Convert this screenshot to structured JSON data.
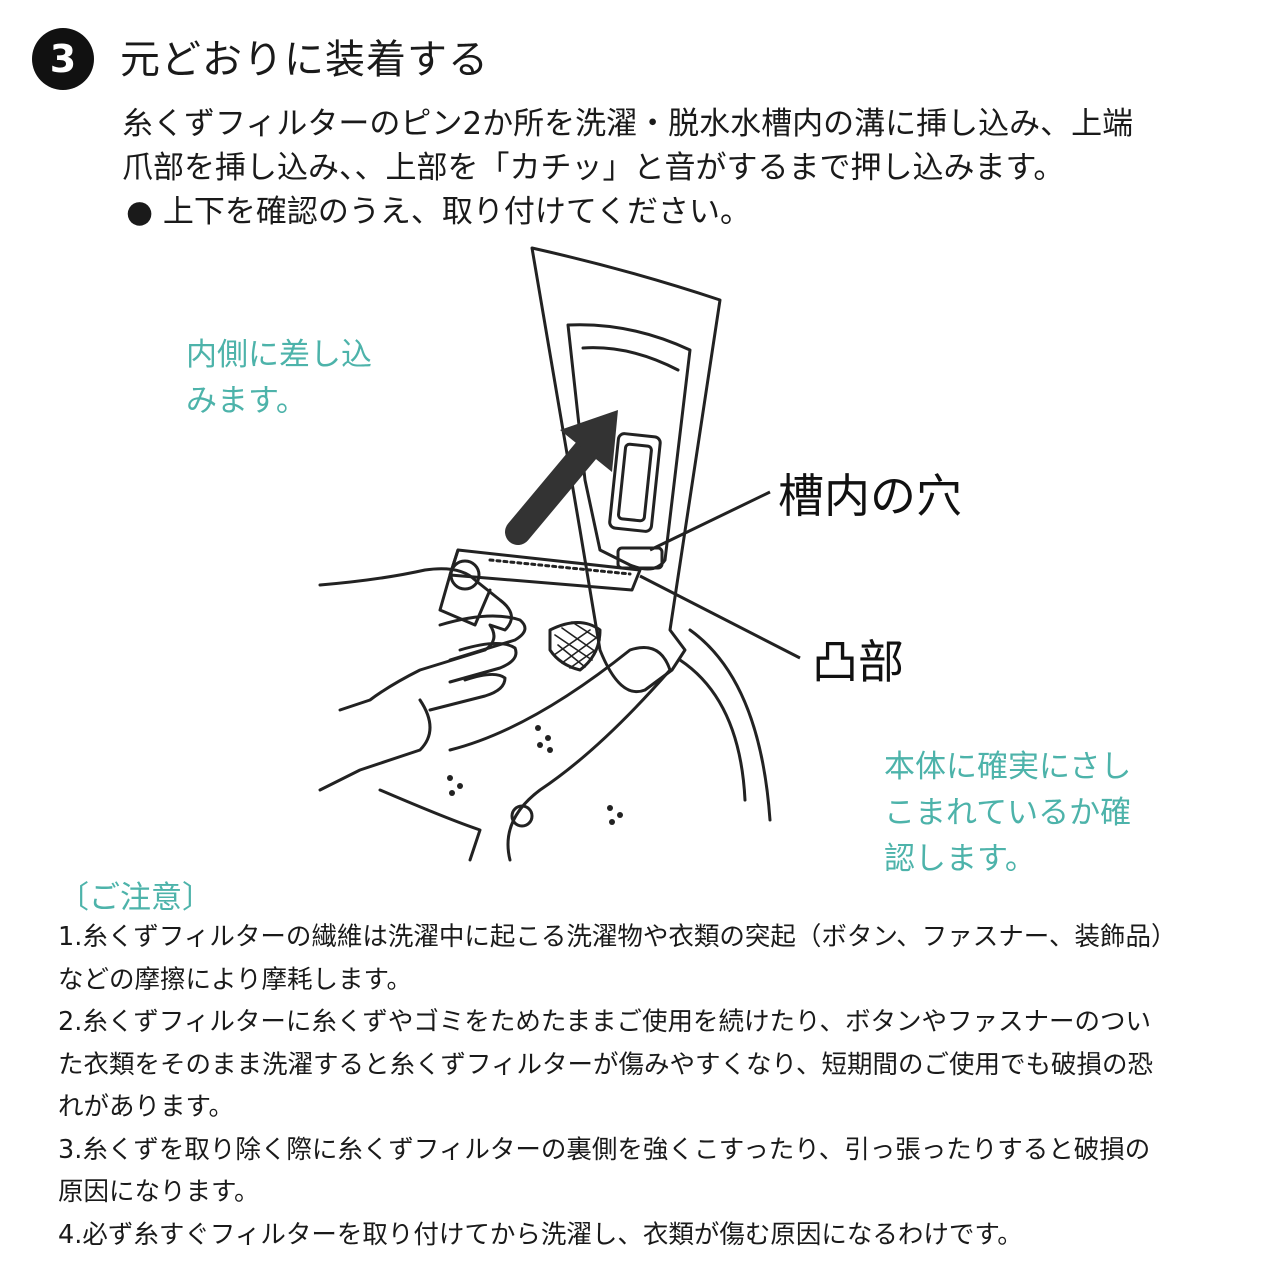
{
  "step": {
    "number": "3",
    "title": "元どおりに装着する"
  },
  "intro": {
    "line1": "糸くずフィルターのピン2か所を洗濯・脱水水槽内の溝に挿し込み、上端",
    "line2": "爪部を挿し込み、、上部を「カチッ」と音がするまで押し込みます。",
    "bullet": "●",
    "bullet_text": "上下を確認のうえ、取り付けてください。"
  },
  "callouts": {
    "insert_line1": "内側に差し込",
    "insert_line2": "みます。",
    "confirm_line1": "本体に確実にさし",
    "confirm_line2": "こまれているか確",
    "confirm_line3": "認します。"
  },
  "labels": {
    "hole": "槽内の穴",
    "protrusion": "凸部"
  },
  "colors": {
    "accent": "#4db3aa",
    "text": "#1a1a1a"
  },
  "notes": {
    "title": "〔ご注意〕",
    "lines": [
      "1.糸くずフィルターの繊維は洗濯中に起こる洗濯物や衣類の突起（ボタン、ファスナー、装飾品）",
      "などの摩擦により摩耗します。",
      "2.糸くずフィルターに糸くずやゴミをためたままご使用を続けたり、ボタンやファスナーのつい",
      "た衣類をそのまま洗濯すると糸くずフィルターが傷みやすくなり、短期間のご使用でも破損の恐",
      "れがあります。",
      "3.糸くずを取り除く際に糸くずフィルターの裏側を強くこすったり、引っ張ったりすると破損の",
      "原因になります。",
      "4.必ず糸すぐフィルターを取り付けてから洗濯し、衣類が傷む原因になるわけです。"
    ]
  }
}
